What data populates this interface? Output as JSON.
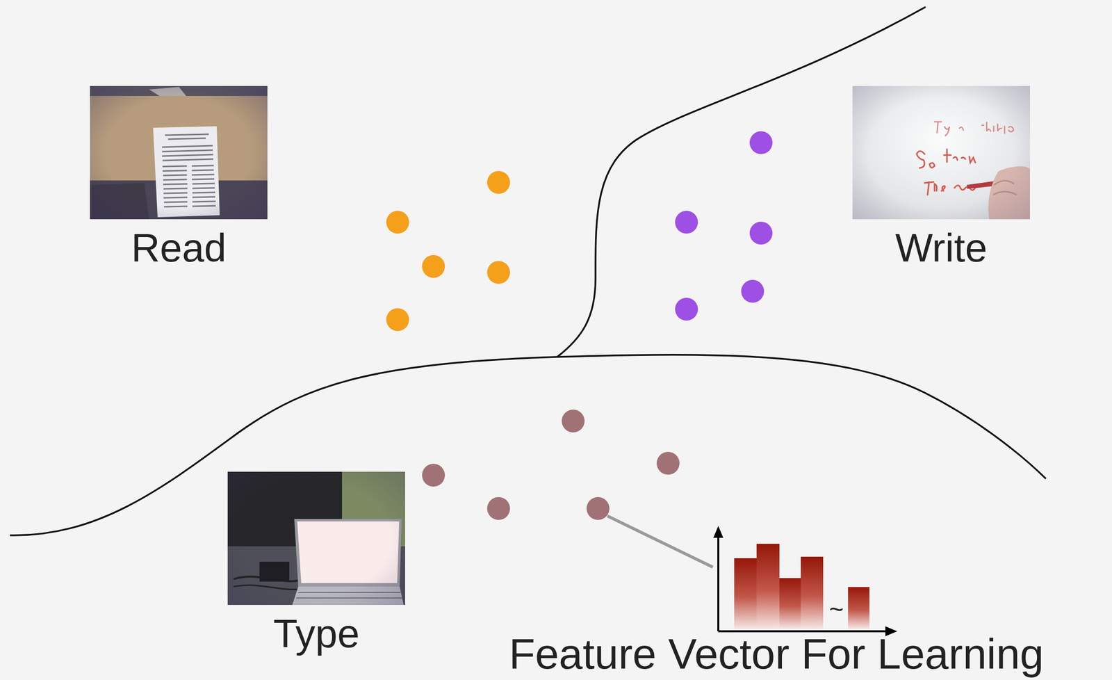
{
  "diagram": {
    "nodes": [
      {
        "text": [
          "Read"
        ]
      },
      {
        "text": [
          "Write"
        ]
      },
      {
        "text": [
          "Type"
        ]
      }
    ],
    "labels": [
      "Feature Vector For Learning",
      "~"
    ]
  }
}
